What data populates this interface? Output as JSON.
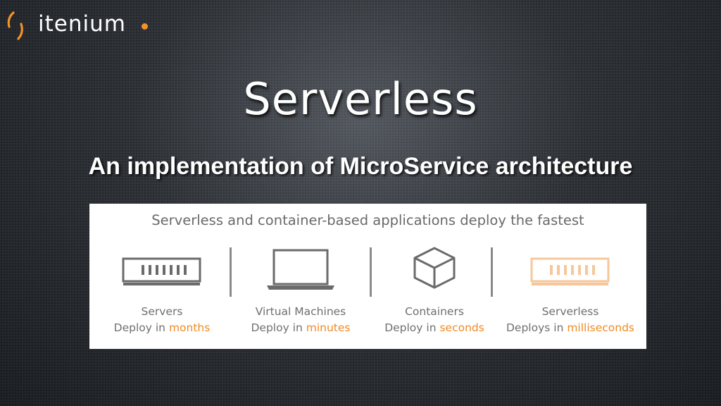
{
  "logo": {
    "text": "itenium"
  },
  "colors": {
    "accent": "#f39229",
    "highlight": "#f08a24",
    "icon_grey": "#6b6b6b",
    "serverless_icon": "#f6c79b"
  },
  "title": "Serverless",
  "subtitle": "An implementation of MicroService architecture",
  "panel": {
    "heading": "Serverless and container-based applications deploy the fastest",
    "columns": [
      {
        "name": "Servers",
        "deploy_prefix": "Deploy in ",
        "speed": "months",
        "icon": "server-rack-icon"
      },
      {
        "name": "Virtual Machines",
        "deploy_prefix": "Deploy in ",
        "speed": "minutes",
        "icon": "laptop-icon"
      },
      {
        "name": "Containers",
        "deploy_prefix": "Deploy in ",
        "speed": "seconds",
        "icon": "cube-icon"
      },
      {
        "name": "Serverless",
        "deploy_prefix": "Deploys in ",
        "speed": "milliseconds",
        "icon": "serverless-rack-icon"
      }
    ]
  }
}
